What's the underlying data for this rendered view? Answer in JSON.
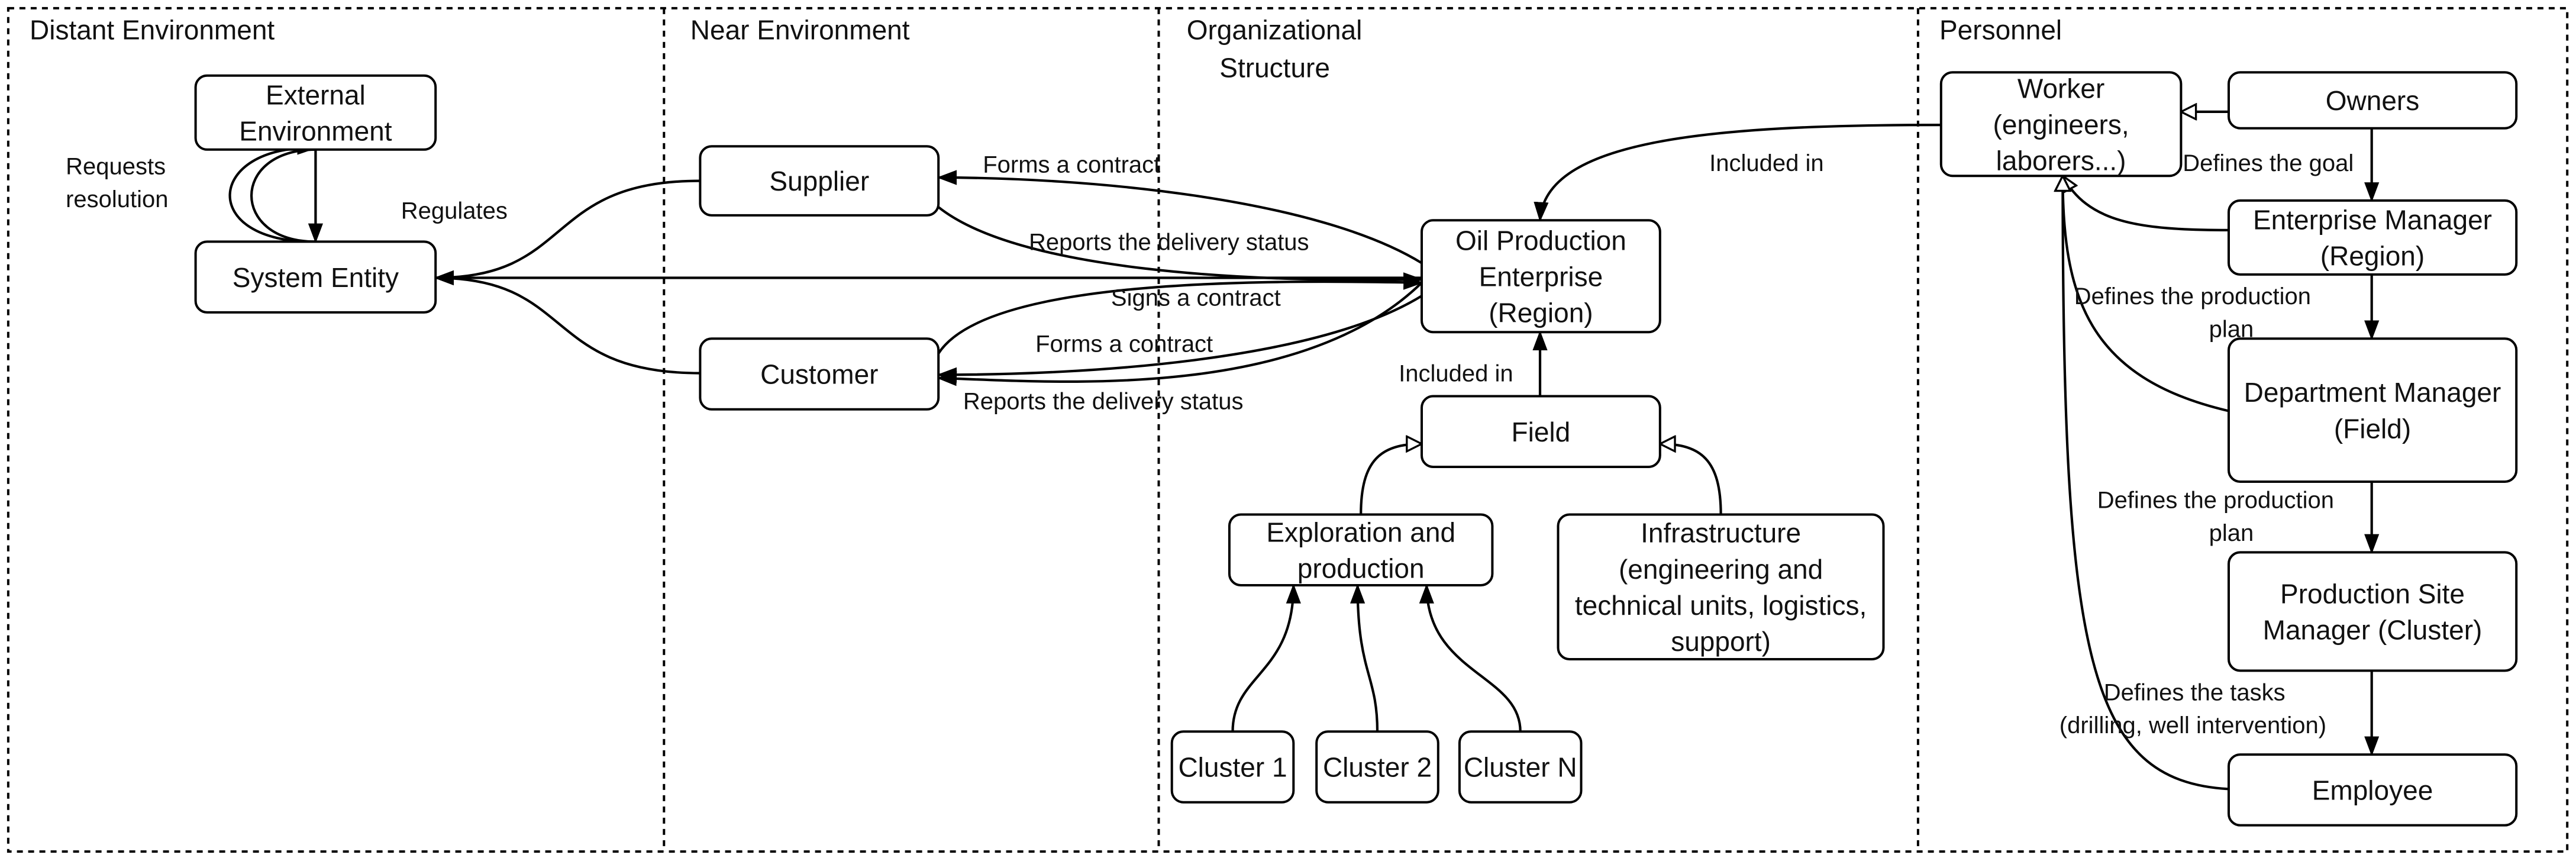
{
  "lanes": [
    {
      "id": "distant",
      "title": [
        "Distant Environment"
      ]
    },
    {
      "id": "near",
      "title": [
        "Near Environment"
      ]
    },
    {
      "id": "org",
      "title": [
        "Organizational",
        "Structure"
      ]
    },
    {
      "id": "personnel",
      "title": [
        "Personnel"
      ]
    }
  ],
  "nodes": [
    {
      "id": "external",
      "lines": [
        "External",
        "Environment"
      ]
    },
    {
      "id": "system",
      "lines": [
        "System Entity"
      ]
    },
    {
      "id": "supplier",
      "lines": [
        "Supplier"
      ]
    },
    {
      "id": "customer",
      "lines": [
        "Customer"
      ]
    },
    {
      "id": "oil",
      "lines": [
        "Oil Production",
        "Enterprise",
        "(Region)"
      ]
    },
    {
      "id": "field",
      "lines": [
        "Field"
      ]
    },
    {
      "id": "explor",
      "lines": [
        "Exploration and",
        "production"
      ]
    },
    {
      "id": "infra",
      "lines": [
        "Infrastructure",
        "(engineering and",
        "technical units, logistics,",
        "support)"
      ]
    },
    {
      "id": "c1",
      "lines": [
        "Cluster 1"
      ]
    },
    {
      "id": "c2",
      "lines": [
        "Cluster 2"
      ]
    },
    {
      "id": "cn",
      "lines": [
        "Cluster N"
      ]
    },
    {
      "id": "worker",
      "lines": [
        "Worker",
        "(engineers,",
        "laborers...)"
      ]
    },
    {
      "id": "owners",
      "lines": [
        "Owners"
      ]
    },
    {
      "id": "entmgr",
      "lines": [
        "Enterprise Manager",
        "(Region)"
      ]
    },
    {
      "id": "deptmgr",
      "lines": [
        "Department Manager",
        "(Field)"
      ]
    },
    {
      "id": "sitemgr",
      "lines": [
        "Production Site",
        "Manager (Cluster)"
      ]
    },
    {
      "id": "employee",
      "lines": [
        "Employee"
      ]
    }
  ],
  "edges": [
    {
      "id": "ext-to-sys",
      "label": []
    },
    {
      "id": "sys-to-ext",
      "label": []
    },
    {
      "id": "requests",
      "label": [
        "Requests",
        "resolution"
      ]
    },
    {
      "id": "regulates",
      "label": [
        "Regulates"
      ]
    },
    {
      "id": "supplier-to-sys",
      "label": []
    },
    {
      "id": "customer-to-sys",
      "label": []
    },
    {
      "id": "oil-to-sys",
      "label": []
    },
    {
      "id": "forms-contract-supplier",
      "label": [
        "Forms a contract"
      ]
    },
    {
      "id": "reports-supplier",
      "label": [
        "Reports the delivery status"
      ]
    },
    {
      "id": "signs-contract",
      "label": [
        "Signs a contract"
      ]
    },
    {
      "id": "forms-contract-customer",
      "label": [
        "Forms a contract"
      ]
    },
    {
      "id": "reports-customer",
      "label": [
        "Reports the delivery status"
      ]
    },
    {
      "id": "field-to-oil",
      "label": [
        "Included in"
      ]
    },
    {
      "id": "explor-to-field",
      "label": []
    },
    {
      "id": "infra-to-field",
      "label": []
    },
    {
      "id": "c1-to-explor",
      "label": []
    },
    {
      "id": "c2-to-explor",
      "label": []
    },
    {
      "id": "cn-to-explor",
      "label": []
    },
    {
      "id": "worker-to-oil",
      "label": [
        "Included in"
      ]
    },
    {
      "id": "owners-to-worker",
      "label": []
    },
    {
      "id": "owners-to-entmgr",
      "label": [
        "Defines the goal"
      ]
    },
    {
      "id": "entmgr-to-deptmgr",
      "label": [
        "Defines the production",
        "plan"
      ]
    },
    {
      "id": "deptmgr-to-sitemgr",
      "label": [
        "Defines the production",
        "plan"
      ]
    },
    {
      "id": "sitemgr-to-employee",
      "label": [
        "Defines the tasks",
        "(drilling, well intervention)"
      ]
    },
    {
      "id": "entmgr-to-worker",
      "label": []
    },
    {
      "id": "deptmgr-to-worker",
      "label": []
    },
    {
      "id": "employee-to-worker",
      "label": []
    }
  ]
}
